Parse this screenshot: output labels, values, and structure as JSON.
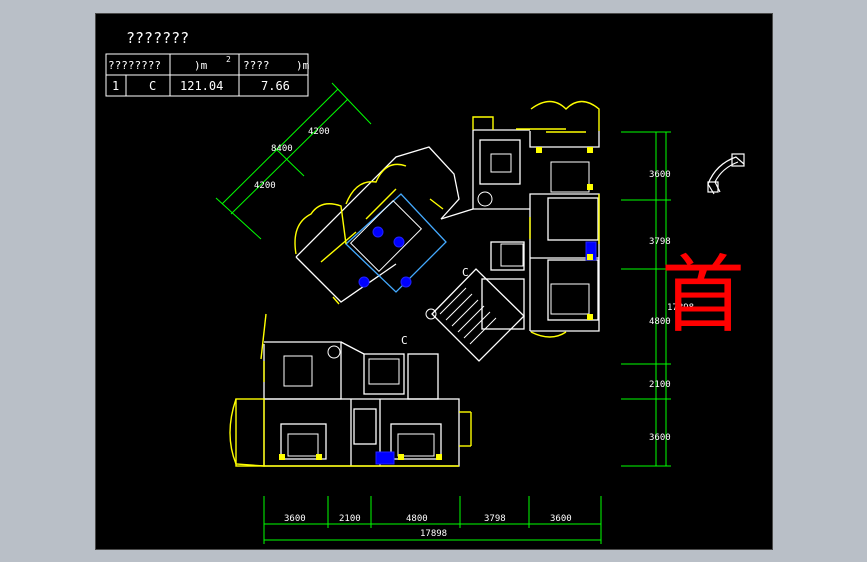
{
  "title": "???????",
  "table": {
    "headers": [
      "????????",
      ")m",
      "2",
      "????",
      ")m"
    ],
    "row": [
      "1",
      "C",
      "121.04",
      "7.66"
    ]
  },
  "dims_left": {
    "total": "8400",
    "upper": "4200",
    "lower": "4200"
  },
  "dims_right": [
    "3600",
    "3798",
    "4800",
    "2100",
    "3600"
  ],
  "dim_right_total": "17898",
  "dims_bottom": [
    "3600",
    "2100",
    "4800",
    "3798",
    "3600"
  ],
  "dim_bottom_total": "17898",
  "stamp": "首",
  "stair_letters": [
    "C",
    "C"
  ],
  "colors": {
    "background": "#000000",
    "walls": "#ffffff",
    "windows": "#ffff00",
    "dimensions": "#00ff00",
    "furniture_accent": "#0000ff",
    "stamp": "#ff0000"
  }
}
